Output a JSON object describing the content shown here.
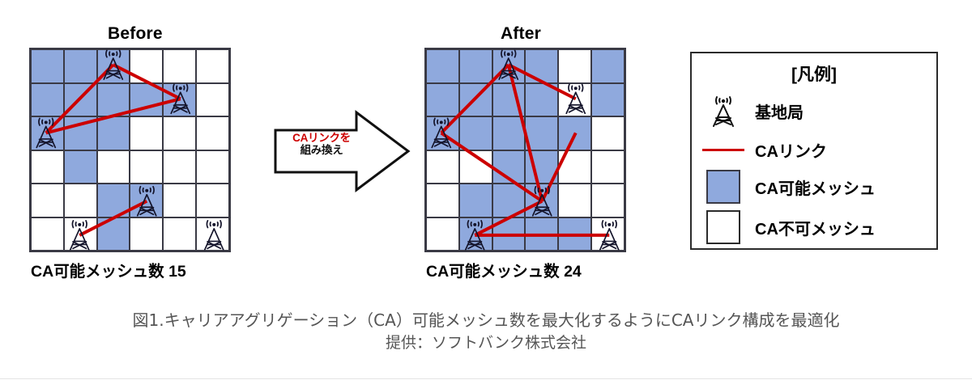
{
  "figure": {
    "caption_line1": "図1.キャリアアグリゲーション（CA）可能メッシュ数を最大化するようにCAリンク構成を最適化",
    "caption_line2": "提供：ソフトバンク株式会社"
  },
  "colors": {
    "mesh_available": "#8fa9dd",
    "mesh_unavailable": "#ffffff",
    "ca_link": "#cc0000",
    "grid_line": "#3a3a45",
    "text": "#000000"
  },
  "panels": {
    "before": {
      "title": "Before",
      "count_label": "CA可能メッシュ数 15",
      "count_value": 15,
      "grid_rows": 6,
      "grid_cols": 6,
      "mesh_available_cells": [
        [
          1,
          1
        ],
        [
          1,
          2
        ],
        [
          1,
          3
        ],
        [
          2,
          1
        ],
        [
          2,
          2
        ],
        [
          2,
          3
        ],
        [
          2,
          4
        ],
        [
          2,
          5
        ],
        [
          3,
          1
        ],
        [
          3,
          2
        ],
        [
          3,
          3
        ],
        [
          4,
          2
        ],
        [
          5,
          3
        ],
        [
          5,
          4
        ],
        [
          6,
          3
        ]
      ],
      "base_stations": [
        {
          "row": 1,
          "col": 3
        },
        {
          "row": 2,
          "col": 5
        },
        {
          "row": 3,
          "col": 1
        },
        {
          "row": 5,
          "col": 4
        },
        {
          "row": 6,
          "col": 2
        },
        {
          "row": 6,
          "col": 6
        }
      ],
      "ca_links": [
        {
          "from": {
            "row": 1,
            "col": 3
          },
          "to": {
            "row": 3,
            "col": 1
          }
        },
        {
          "from": {
            "row": 1,
            "col": 3
          },
          "to": {
            "row": 2,
            "col": 5
          }
        },
        {
          "from": {
            "row": 2,
            "col": 5
          },
          "to": {
            "row": 3,
            "col": 1
          }
        },
        {
          "from": {
            "row": 5,
            "col": 4
          },
          "to": {
            "row": 6,
            "col": 2
          }
        }
      ]
    },
    "after": {
      "title": "After",
      "count_label": "CA可能メッシュ数 24",
      "count_value": 24,
      "grid_rows": 6,
      "grid_cols": 6,
      "mesh_available_cells": [
        [
          1,
          1
        ],
        [
          1,
          2
        ],
        [
          1,
          3
        ],
        [
          1,
          4
        ],
        [
          1,
          6
        ],
        [
          2,
          1
        ],
        [
          2,
          2
        ],
        [
          2,
          3
        ],
        [
          2,
          4
        ],
        [
          2,
          6
        ],
        [
          3,
          1
        ],
        [
          3,
          2
        ],
        [
          3,
          3
        ],
        [
          3,
          4
        ],
        [
          3,
          5
        ],
        [
          4,
          3
        ],
        [
          4,
          4
        ],
        [
          5,
          2
        ],
        [
          5,
          3
        ],
        [
          5,
          4
        ],
        [
          6,
          2
        ],
        [
          6,
          3
        ],
        [
          6,
          4
        ],
        [
          6,
          5
        ]
      ],
      "base_stations": [
        {
          "row": 1,
          "col": 3
        },
        {
          "row": 2,
          "col": 5
        },
        {
          "row": 3,
          "col": 1
        },
        {
          "row": 5,
          "col": 4
        },
        {
          "row": 6,
          "col": 2
        },
        {
          "row": 6,
          "col": 6
        }
      ],
      "ca_links": [
        {
          "from": {
            "row": 1,
            "col": 3
          },
          "to": {
            "row": 3,
            "col": 1
          }
        },
        {
          "from": {
            "row": 1,
            "col": 3
          },
          "to": {
            "row": 2,
            "col": 5
          }
        },
        {
          "from": {
            "row": 1,
            "col": 3
          },
          "to": {
            "row": 5,
            "col": 4
          }
        },
        {
          "from": {
            "row": 3,
            "col": 1
          },
          "to": {
            "row": 5,
            "col": 4
          }
        },
        {
          "from": {
            "row": 5,
            "col": 4
          },
          "to": {
            "row": 6,
            "col": 2
          }
        },
        {
          "from": {
            "row": 6,
            "col": 2
          },
          "to": {
            "row": 6,
            "col": 6
          }
        },
        {
          "from": {
            "row": 5,
            "col": 4
          },
          "to": {
            "row": 3,
            "col": 5
          }
        }
      ]
    }
  },
  "arrow": {
    "label_line1": "CAリンクを",
    "label_line2": "組み換え",
    "label_line1_color": "#cc0000"
  },
  "legend": {
    "title": "[凡例]",
    "items": [
      {
        "key": "tower-icon",
        "label": "基地局"
      },
      {
        "key": "red-line",
        "label": "CAリンク"
      },
      {
        "key": "blue-square",
        "label": "CA可能メッシュ"
      },
      {
        "key": "white-square",
        "label": "CA不可メッシュ"
      }
    ]
  }
}
